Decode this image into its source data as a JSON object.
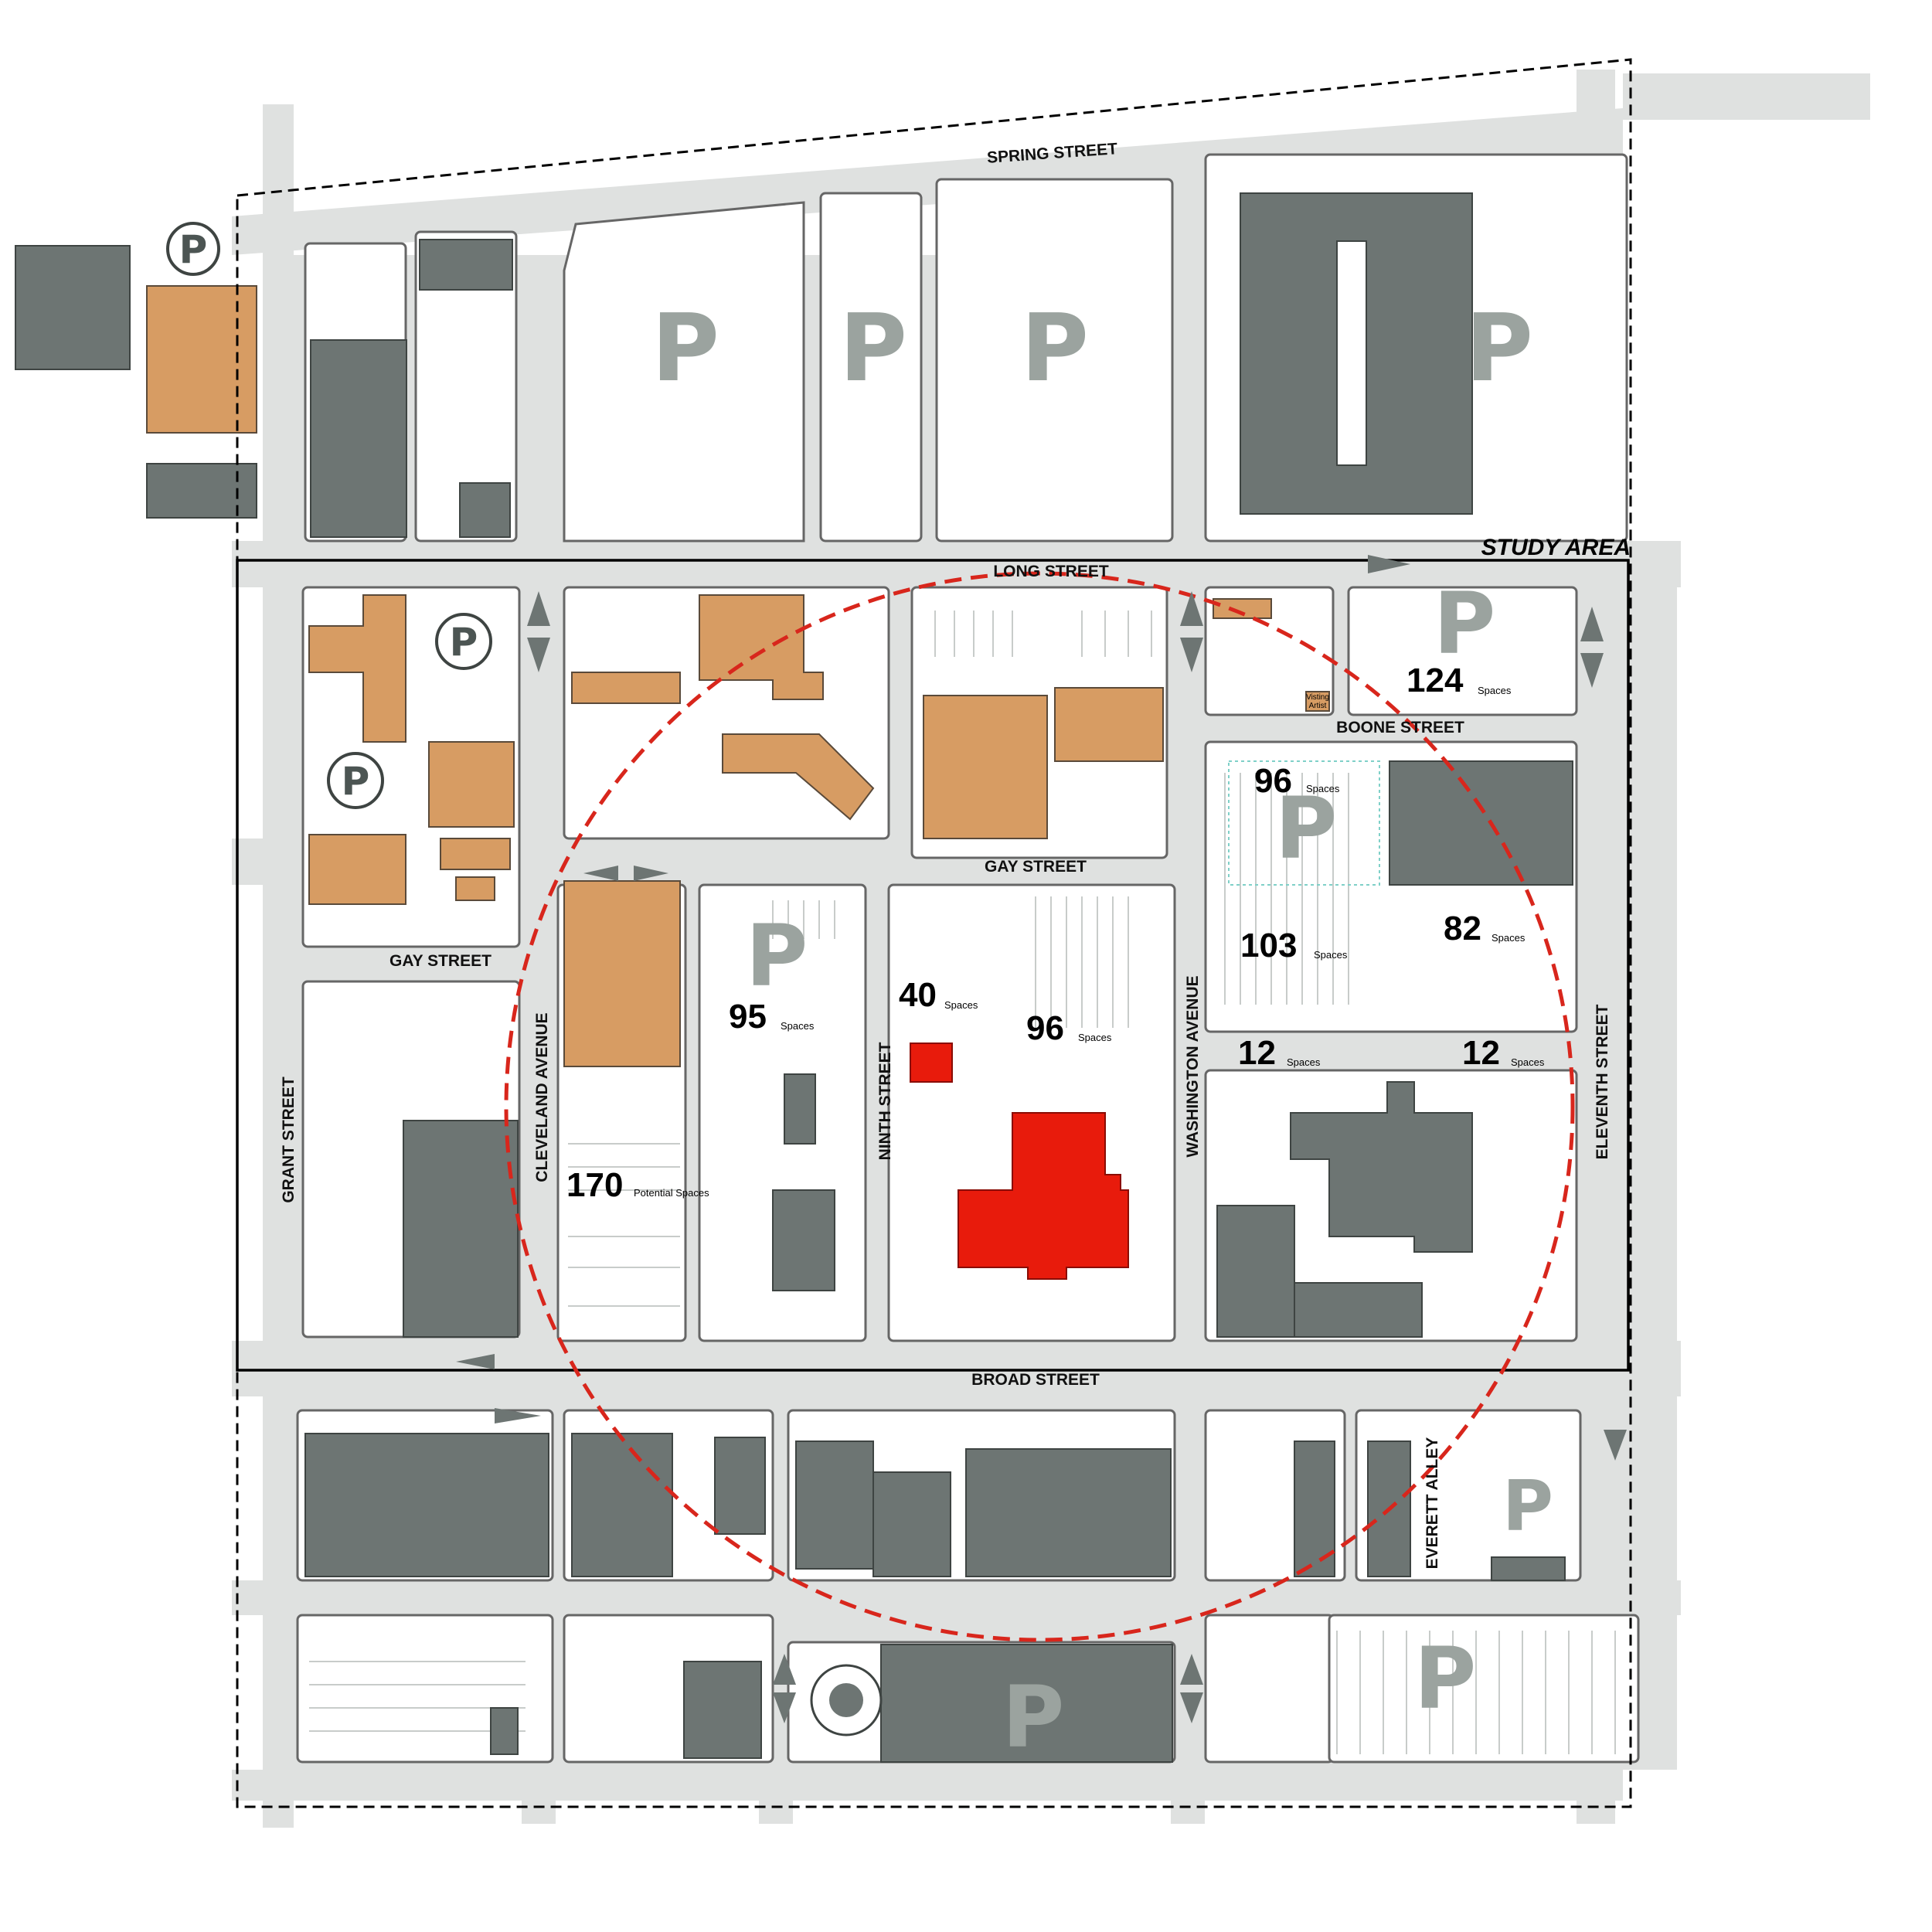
{
  "streets": {
    "spring": "SPRING STREET",
    "long": "LONG STREET",
    "boone": "BOONE STREET",
    "gay_west": "GAY STREET",
    "gay_east": "GAY STREET",
    "broad": "BROAD STREET",
    "grant": "GRANT STREET",
    "cleveland": "CLEVELAND AVENUE",
    "ninth": "NINTH STREET",
    "washington": "WASHINGTON AVENUE",
    "eleventh": "ELEVENTH STREET",
    "everett": "EVERETT ALLEY"
  },
  "study_area_label": "STUDY AREA",
  "parking_symbol": "P",
  "parking_counts": [
    {
      "count": "124",
      "unit": "Spaces"
    },
    {
      "count": "96",
      "unit": "Spaces"
    },
    {
      "count": "103",
      "unit": "Spaces"
    },
    {
      "count": "82",
      "unit": "Spaces"
    },
    {
      "count": "95",
      "unit": "Spaces"
    },
    {
      "count": "40",
      "unit": "Spaces"
    },
    {
      "count": "96",
      "unit": "Spaces"
    },
    {
      "count": "12",
      "unit": "Spaces"
    },
    {
      "count": "12",
      "unit": "Spaces"
    },
    {
      "count": "170",
      "unit": "Potential  Spaces"
    }
  ],
  "visiting_artist": [
    "Visting",
    "Artist"
  ],
  "colors": {
    "street": "#dfe1e0",
    "building_dark": "#6d7573",
    "building_tan": "#d79c63",
    "highlight_red": "#e81b0c",
    "walk_circle": "#d8261c"
  }
}
